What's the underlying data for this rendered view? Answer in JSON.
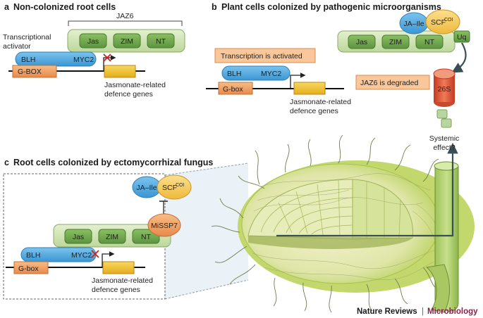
{
  "panel_a": {
    "letter": "a",
    "title": "Non-colonized root cells",
    "jaz_label": "JAZ6",
    "domains": [
      "Jas",
      "ZIM",
      "NT"
    ],
    "activator_label_1": "Transcriptional",
    "activator_label_2": "activator",
    "bhl": "BLH",
    "myc": "MYC2",
    "promoter": "G-BOX",
    "genes_1": "Jasmonate-related",
    "genes_2": "defence genes"
  },
  "panel_b": {
    "letter": "b",
    "title": "Plant cells colonized by pathogenic microorganisms",
    "ja": "JA–Ile",
    "scf": "SCF",
    "scf_sup": "COI",
    "domains": [
      "Jas",
      "ZIM",
      "NT"
    ],
    "uq": "Uq",
    "activated": "Transcription is activated",
    "bhl": "BLH",
    "myc": "MYC2",
    "promoter": "G-box",
    "genes_1": "Jasmonate-related",
    "genes_2": "defence genes",
    "degraded": "JAZ6 is degraded",
    "proteasome": "26S"
  },
  "panel_c": {
    "letter": "c",
    "title": "Root cells colonized by ectomycorrhizal fungus",
    "ja": "JA–Ile",
    "scf": "SCF",
    "scf_sup": "COI",
    "missp": "MiSSP7",
    "domains": [
      "Jas",
      "ZIM",
      "NT"
    ],
    "bhl": "BLH",
    "myc": "MYC2",
    "promoter": "G-box",
    "genes_1": "Jasmonate-related",
    "genes_2": "defence genes",
    "systemic_1": "Systemic",
    "systemic_2": "effect?"
  },
  "footer": {
    "journal": "Nature Reviews",
    "separator": "|",
    "section": "Microbiology"
  },
  "colors": {
    "jaz_green": "#cfe3b0",
    "domain_green": "#6ea84a",
    "myc_blue": "#4fa8dd",
    "gbox_orange": "#f0a060",
    "gene_yellow": "#f2c230",
    "scf_yellow": "#f6c85a",
    "missp_orange": "#f0a060",
    "proteasome_red": "#e05a3a",
    "red_x": "#d02020",
    "footer_accent": "#8a1f4a"
  }
}
